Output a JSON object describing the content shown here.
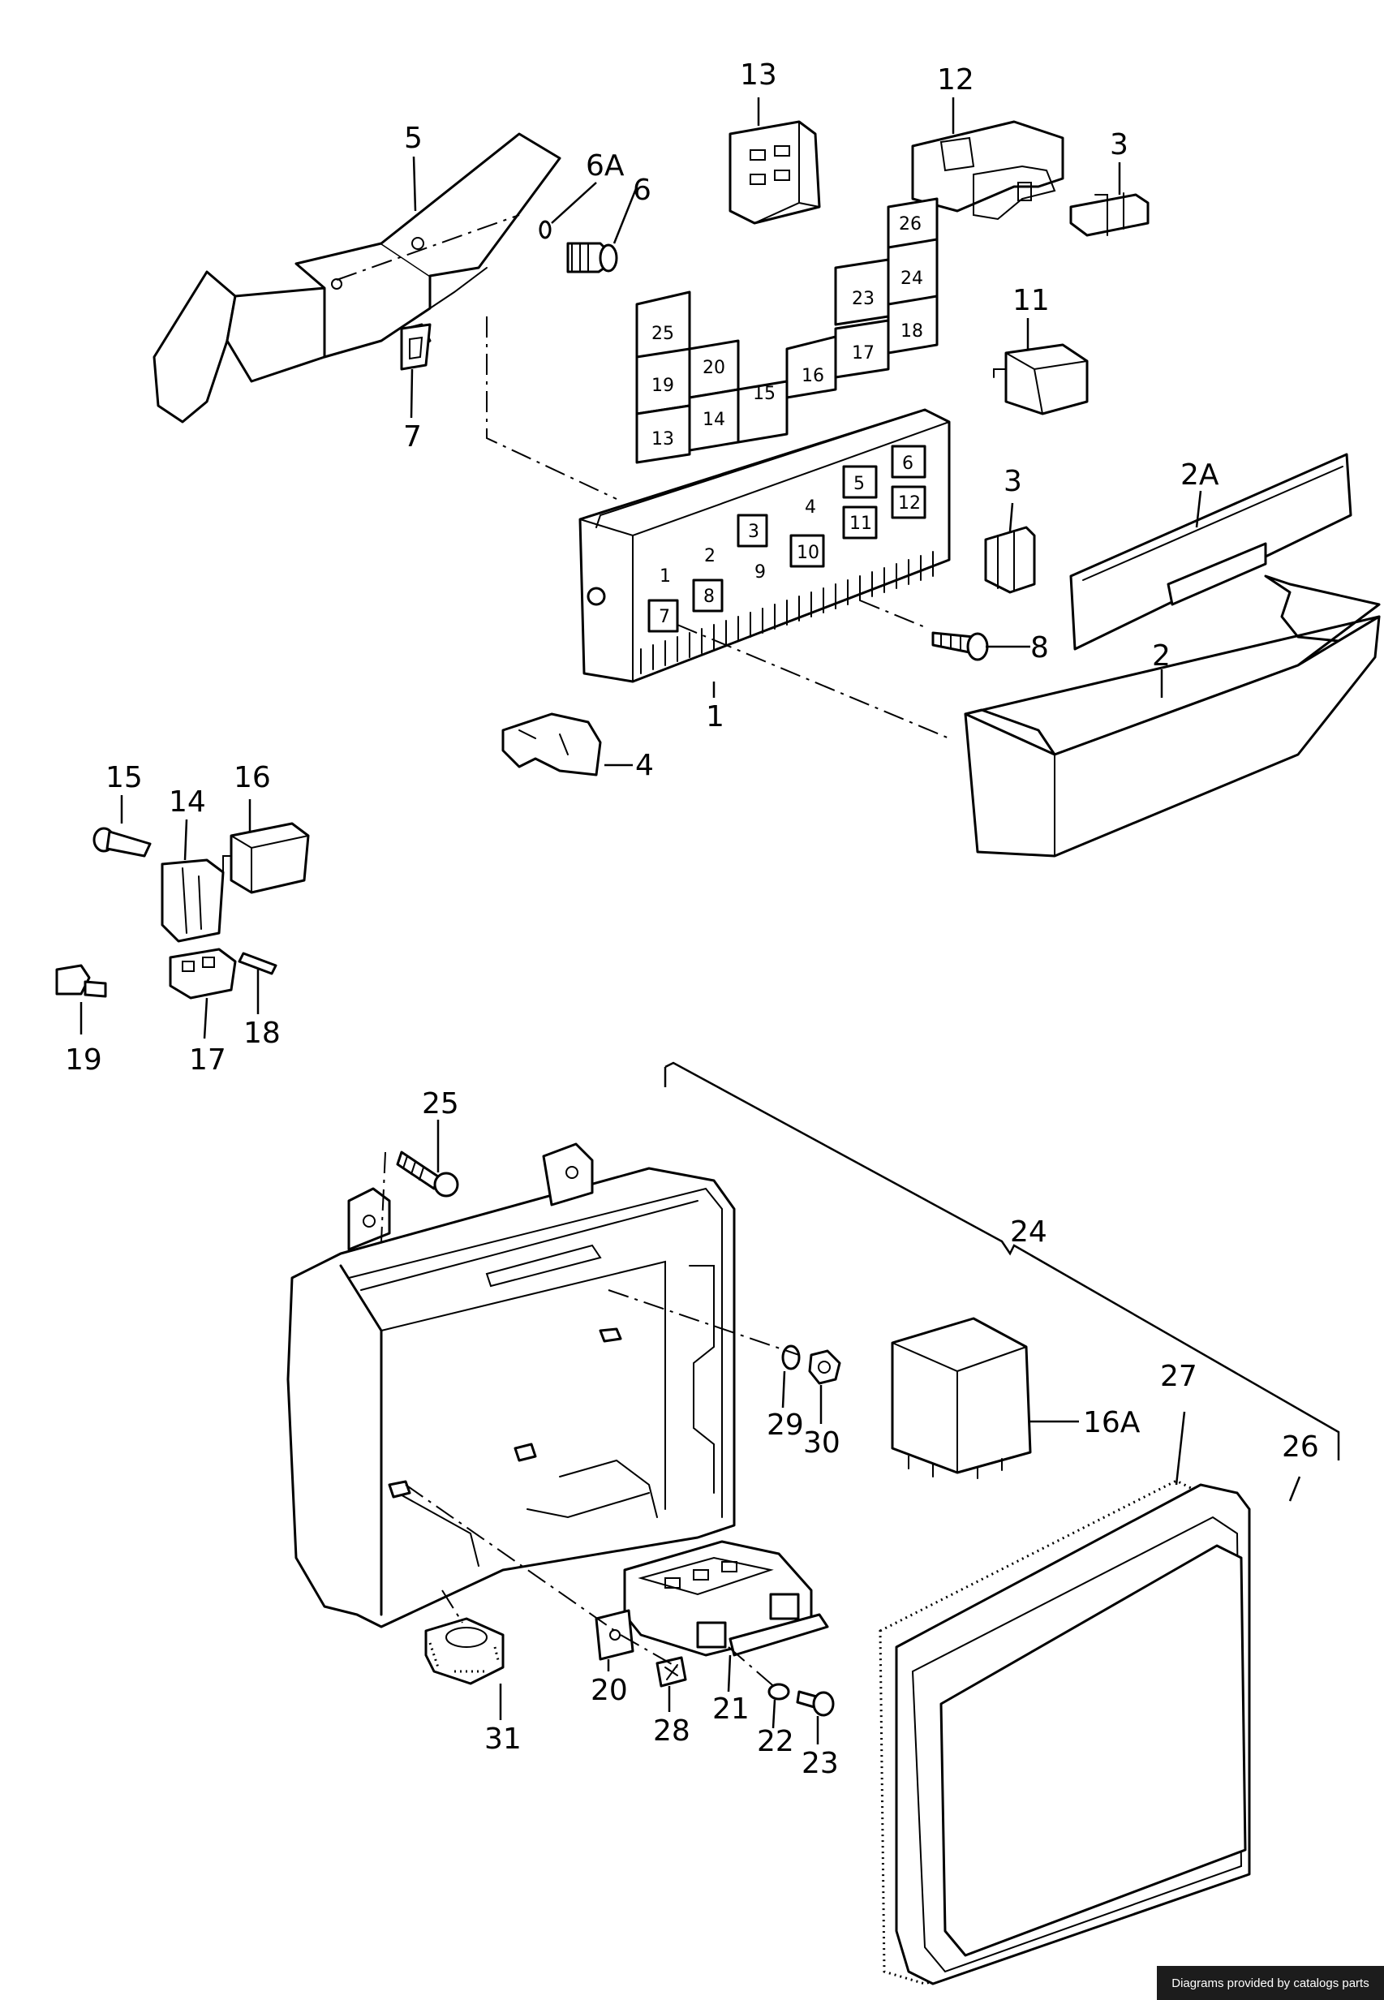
{
  "diagram": {
    "credit": "Diagrams provided by catalogs parts",
    "callouts": {
      "c1": "1",
      "c2": "2",
      "c2A": "2A",
      "c3a": "3",
      "c3b": "3",
      "c4": "4",
      "c5": "5",
      "c6": "6",
      "c6A": "6A",
      "c7": "7",
      "c8": "8",
      "c11": "11",
      "c12": "12",
      "c13": "13",
      "c14": "14",
      "c15": "15",
      "c16": "16",
      "c16A": "16A",
      "c17": "17",
      "c18": "18",
      "c19": "19",
      "c20": "20",
      "c21": "21",
      "c22": "22",
      "c23": "23",
      "c24": "24",
      "c25": "25",
      "c26": "26",
      "c27": "27",
      "c28": "28",
      "c29": "29",
      "c30": "30",
      "c31": "31"
    },
    "relay_slots": {
      "s1": "1",
      "s2": "2",
      "s3": "3",
      "s4": "4",
      "s5": "5",
      "s6": "6",
      "s7": "7",
      "s8": "8",
      "s9": "9",
      "s10": "10",
      "s11": "11",
      "s12": "12"
    },
    "position_grid": {
      "g13": "13",
      "g14": "14",
      "g15": "15",
      "g16": "16",
      "g17": "17",
      "g18": "18",
      "g19": "19",
      "g20": "20",
      "g23": "23",
      "g24": "24",
      "g25": "25",
      "g26": "26"
    }
  }
}
